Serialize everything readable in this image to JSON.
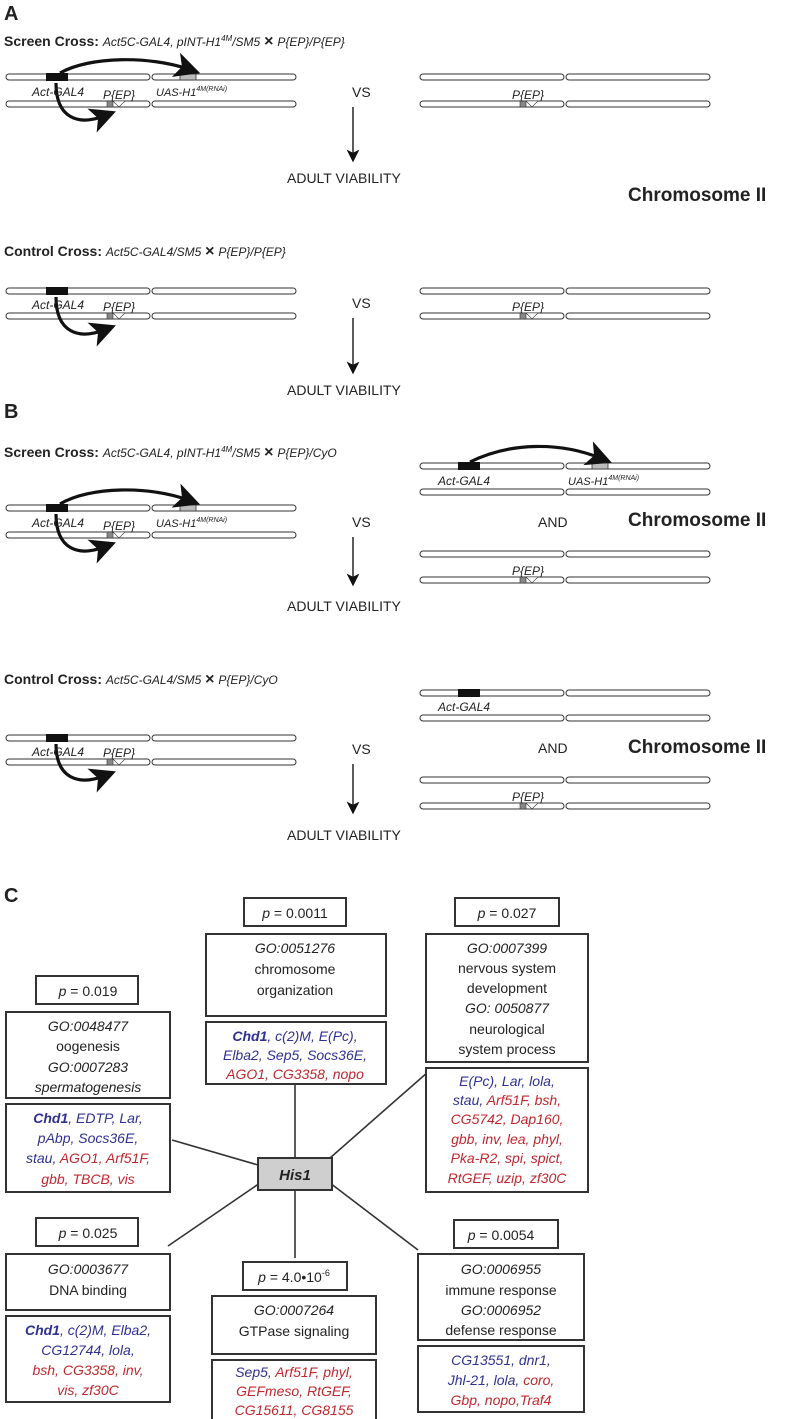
{
  "panelA": {
    "label": "A",
    "screen": {
      "title": "Screen Cross:",
      "cross": "Act5C-GAL4, pINT-H1",
      "sup": "4M",
      "cross2": "/SM5",
      "x": "×",
      "cross3": "P{EP}/P{EP}"
    },
    "control": {
      "title": "Control Cross:",
      "cross": "Act5C-GAL4/SM5",
      "x": "×",
      "cross3": "P{EP}/P{EP}"
    },
    "chromosome": "Chromosome II"
  },
  "panelB": {
    "label": "B",
    "screen": {
      "title": "Screen Cross:",
      "cross": "Act5C-GAL4, pINT-H1",
      "sup": "4M",
      "cross2": "/SM5",
      "x": "×",
      "cross3": "P{EP}/CyO"
    },
    "control": {
      "title": "Control Cross:",
      "cross": "Act5C-GAL4/SM5",
      "x": "×",
      "cross3": "P{EP}/CyO"
    },
    "chromosome": "Chromosome II",
    "and": "AND"
  },
  "labels": {
    "act_gal4": "Act-GAL4",
    "pep": "P{EP}",
    "uas": "UAS-H1",
    "uas_sup": "4M(RNAi)",
    "vs": "VS",
    "viability": "ADULT VIABILITY"
  },
  "panelC": {
    "label": "C",
    "hub": "His1",
    "p_prefix": "p",
    "groups": {
      "chromosome": {
        "p": "= 0.0011",
        "go": [
          "GO:0051276",
          "chromosome",
          "organization"
        ],
        "genes": [
          [
            [
              "Chd1",
              "blue",
              true
            ],
            [
              ", ",
              "blue"
            ],
            [
              "c(2)M",
              "blue"
            ],
            [
              ", ",
              "blue"
            ],
            [
              "E(Pc)",
              "blue"
            ],
            [
              ",",
              "blue"
            ]
          ],
          [
            [
              "Elba2",
              "blue"
            ],
            [
              ", ",
              "blue"
            ],
            [
              "Sep5",
              "blue"
            ],
            [
              ", ",
              "blue"
            ],
            [
              "Socs36E",
              "blue"
            ],
            [
              ",",
              "blue"
            ]
          ],
          [
            [
              "AGO1",
              "red"
            ],
            [
              ", ",
              "red"
            ],
            [
              "CG3358",
              "red"
            ],
            [
              ", ",
              "red"
            ],
            [
              "nopo",
              "red"
            ]
          ]
        ]
      },
      "nervous": {
        "p": "= 0.027",
        "go": [
          "GO:0007399",
          "nervous system",
          "development",
          "GO: 0050877",
          "neurological",
          "system process"
        ],
        "genes": [
          [
            [
              "E(Pc)",
              "blue"
            ],
            [
              ", ",
              "blue"
            ],
            [
              "Lar",
              "blue"
            ],
            [
              ", ",
              "blue"
            ],
            [
              "lola",
              "blue"
            ],
            [
              ",",
              "blue"
            ]
          ],
          [
            [
              "stau",
              "blue"
            ],
            [
              ", ",
              "blue"
            ],
            [
              "Arf51F",
              "red"
            ],
            [
              ", ",
              "red"
            ],
            [
              "bsh",
              "red"
            ],
            [
              ",",
              "red"
            ]
          ],
          [
            [
              "CG5742",
              "red"
            ],
            [
              ", ",
              "red"
            ],
            [
              "Dap160",
              "red"
            ],
            [
              ",",
              "red"
            ]
          ],
          [
            [
              "gbb",
              "red"
            ],
            [
              ", ",
              "red"
            ],
            [
              "inv",
              "red"
            ],
            [
              ", ",
              "red"
            ],
            [
              "lea",
              "red"
            ],
            [
              ", ",
              "red"
            ],
            [
              "phyl",
              "red"
            ],
            [
              ",",
              "red"
            ]
          ],
          [
            [
              "Pka-R2",
              "red"
            ],
            [
              ", ",
              "red"
            ],
            [
              "spi",
              "red"
            ],
            [
              ", ",
              "red"
            ],
            [
              "spict",
              "red"
            ],
            [
              ",",
              "red"
            ]
          ],
          [
            [
              "RtGEF",
              "red"
            ],
            [
              ", ",
              "red"
            ],
            [
              "uzip",
              "red"
            ],
            [
              ", ",
              "red"
            ],
            [
              "zf30C",
              "red"
            ]
          ]
        ]
      },
      "oogenesis": {
        "p": "= 0.019",
        "go": [
          "GO:0048477",
          "oogenesis",
          "GO:0007283",
          "spermatogenesis"
        ],
        "genes": [
          [
            [
              "Chd1",
              "blue",
              true
            ],
            [
              ", ",
              "blue"
            ],
            [
              "EDTP",
              "blue"
            ],
            [
              ", ",
              "blue"
            ],
            [
              "Lar",
              "blue"
            ],
            [
              ",",
              "blue"
            ]
          ],
          [
            [
              "pAbp",
              "blue"
            ],
            [
              ", ",
              "blue"
            ],
            [
              "Socs36E",
              "blue"
            ],
            [
              ",",
              "blue"
            ]
          ],
          [
            [
              "stau",
              "blue"
            ],
            [
              ", ",
              "blue"
            ],
            [
              "AGO1",
              "red"
            ],
            [
              ", ",
              "red"
            ],
            [
              "Arf51F",
              "red"
            ],
            [
              ",",
              "red"
            ]
          ],
          [
            [
              "gbb",
              "red"
            ],
            [
              ", ",
              "red"
            ],
            [
              "TBCB",
              "red"
            ],
            [
              ", ",
              "red"
            ],
            [
              "vis",
              "red"
            ]
          ]
        ]
      },
      "dna": {
        "p": "= 0.025",
        "go": [
          "GO:0003677",
          "DNA binding"
        ],
        "genes": [
          [
            [
              "Chd1",
              "blue",
              true
            ],
            [
              ", ",
              "blue"
            ],
            [
              "c(2)M",
              "blue"
            ],
            [
              ", ",
              "blue"
            ],
            [
              "Elba2",
              "blue"
            ],
            [
              ",",
              "blue"
            ]
          ],
          [
            [
              "CG12744",
              "blue"
            ],
            [
              ", ",
              "blue"
            ],
            [
              "lola",
              "blue"
            ],
            [
              ",",
              "blue"
            ]
          ],
          [
            [
              "bsh",
              "red"
            ],
            [
              ", ",
              "red"
            ],
            [
              "CG3358",
              "red"
            ],
            [
              ", ",
              "red"
            ],
            [
              "inv",
              "red"
            ],
            [
              ",",
              "red"
            ]
          ],
          [
            [
              "vis",
              "red"
            ],
            [
              ", ",
              "red"
            ],
            [
              "zf30C",
              "red"
            ]
          ]
        ]
      },
      "gtpase": {
        "p": "= 4.0•10",
        "p_sup": "-6",
        "go": [
          "GO:0007264",
          "GTPase signaling"
        ],
        "genes": [
          [
            [
              "Sep5",
              "blue"
            ],
            [
              ", ",
              "blue"
            ],
            [
              "Arf51F",
              "red"
            ],
            [
              ", ",
              "red"
            ],
            [
              "phyl",
              "red"
            ],
            [
              ",",
              "red"
            ]
          ],
          [
            [
              "GEFmeso",
              "red"
            ],
            [
              ", ",
              "red"
            ],
            [
              "RtGEF",
              "red"
            ],
            [
              ",",
              "red"
            ]
          ],
          [
            [
              "CG15611",
              "red"
            ],
            [
              ", ",
              "red"
            ],
            [
              "CG8155",
              "red"
            ]
          ]
        ]
      },
      "immune": {
        "p": "= 0.0054",
        "go": [
          "GO:0006955",
          "immune response",
          "GO:0006952",
          "defense response"
        ],
        "genes": [
          [
            [
              "CG13551",
              "blue"
            ],
            [
              ", ",
              "blue"
            ],
            [
              "dnr1",
              "blue"
            ],
            [
              ",",
              "blue"
            ]
          ],
          [
            [
              "Jhl-21",
              "blue"
            ],
            [
              ", ",
              "blue"
            ],
            [
              "lola",
              "blue"
            ],
            [
              ", ",
              "blue"
            ],
            [
              "coro",
              "red"
            ],
            [
              ",",
              "red"
            ]
          ],
          [
            [
              "Gbp",
              "red"
            ],
            [
              ", ",
              "red"
            ],
            [
              "nopo",
              "red"
            ],
            [
              ",",
              "red"
            ],
            [
              "Traf4",
              "red"
            ]
          ]
        ]
      }
    }
  },
  "colors": {
    "blue": "#2e3192",
    "red": "#c1272d"
  }
}
